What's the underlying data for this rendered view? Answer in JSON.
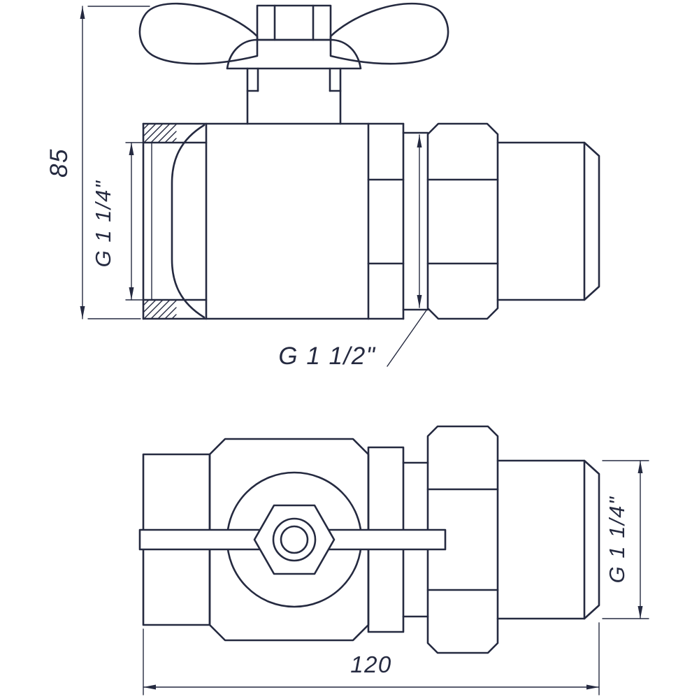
{
  "ink": "#252a40",
  "background": "#ffffff",
  "front_view": {
    "height_dim": "85",
    "inlet_thread_dim": "G 1 1/4\"",
    "union_thread_dim": "G 1 1/2\""
  },
  "plan_view": {
    "outlet_thread_dim": "G 1 1/4\"",
    "length_dim": "120"
  }
}
